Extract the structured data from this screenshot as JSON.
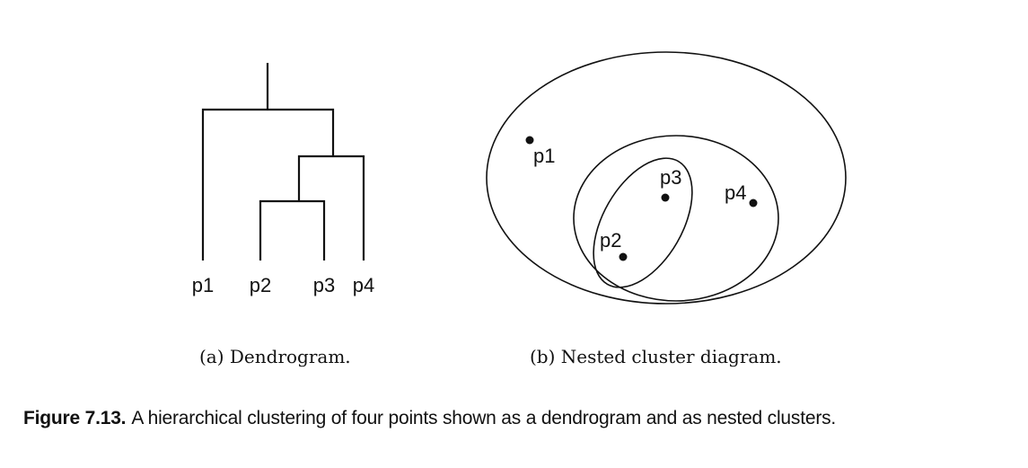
{
  "dendrogram": {
    "leaves": [
      "p1",
      "p2",
      "p3",
      "p4"
    ],
    "merges": [
      {
        "left": "p2",
        "right": "p3"
      },
      {
        "left": "p2,p3",
        "right": "p4"
      },
      {
        "left": "p1",
        "right": "p2,p3,p4"
      }
    ]
  },
  "nested_clusters": {
    "points": [
      "p1",
      "p2",
      "p3",
      "p4"
    ],
    "clusters": [
      [
        "p2",
        "p3"
      ],
      [
        "p2",
        "p3",
        "p4"
      ],
      [
        "p1",
        "p2",
        "p3",
        "p4"
      ]
    ]
  },
  "captions": {
    "a": "(a) Dendrogram.",
    "b": "(b) Nested cluster diagram.",
    "figure_label": "Figure 7.13.",
    "figure_text": "A hierarchical clustering of four points shown as a dendrogram and as nested clusters."
  }
}
